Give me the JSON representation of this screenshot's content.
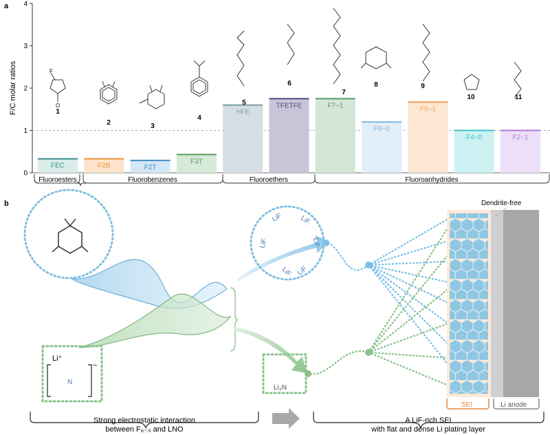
{
  "panel_a": {
    "label": "a",
    "ylabel": "F/C molar ratios",
    "yticks": [
      "0",
      "1",
      "2",
      "3",
      "4"
    ],
    "groups": [
      "Fluoroesters",
      "Fluorobenzenes",
      "Fluoroethers",
      "Fluoroanhydrides"
    ],
    "numbers": [
      "1",
      "2",
      "3",
      "4",
      "5",
      "6",
      "7",
      "8",
      "9",
      "10",
      "11"
    ]
  },
  "chart_data": {
    "type": "bar",
    "categories": [
      "FEC",
      "F2B",
      "F2T",
      "F3T",
      "HFE",
      "TFETFE",
      "F7−1",
      "F6−0",
      "F5−1",
      "F4−0",
      "F2−1"
    ],
    "values": [
      0.33,
      0.33,
      0.29,
      0.43,
      1.6,
      1.75,
      1.75,
      1.2,
      1.67,
      1.0,
      1.0
    ],
    "ylabel": "F/C molar ratios",
    "ylim": [
      0,
      4
    ],
    "reference_line": 1,
    "colors": [
      "#3a8e8a",
      "#e8963c",
      "#3f8fc7",
      "#5a9a5a",
      "#7a9aa8",
      "#4a4a7a",
      "#5a9a6a",
      "#7fb8e0",
      "#f0a060",
      "#3cc4c8",
      "#b07ad8"
    ],
    "fills": [
      "#d8ecea",
      "#fde3cc",
      "#d4e7f5",
      "#d5ead8",
      "#d5dfe3",
      "#c9c5d9",
      "#d4e6d8",
      "#e2eef8",
      "#fde6d2",
      "#cdf1f2",
      "#ecdff7"
    ]
  },
  "molecules": {
    "F": "F",
    "O": "O"
  },
  "panel_b": {
    "label": "b",
    "dendrite": "Dendrite-free",
    "lif": "LiF",
    "li_ion": "Li⁺",
    "minus": "−",
    "n_atom": "N",
    "li3n": "Li₃N",
    "sei": "SEI",
    "anode": "Li anode",
    "caption_left_1": "Strong electrostatic interaction",
    "caption_left_2": "between F₆₋₀ and LNO",
    "caption_right_1": "A LiF-rich SEI",
    "caption_right_2": "with flat and dense Li plating layer"
  }
}
